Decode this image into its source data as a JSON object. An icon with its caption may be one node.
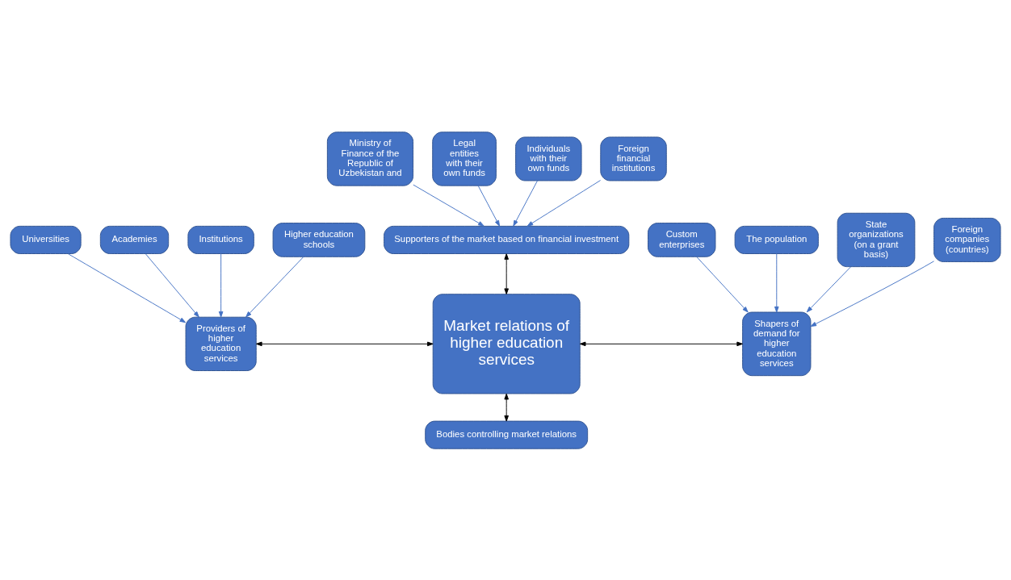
{
  "diagram": {
    "nodes": [
      {
        "text": [
          "Ministry of Finance of the Republic of Uzbekistan and"
        ]
      },
      {
        "text": [
          "Legal entities with their own funds"
        ]
      },
      {
        "text": [
          "Individuals with their own funds"
        ]
      },
      {
        "text": [
          "Foreign financial institutions"
        ]
      },
      {
        "text": [
          "Supporters of the market based on financial investment"
        ]
      },
      {
        "text": [
          "Universities"
        ]
      },
      {
        "text": [
          "Academies"
        ]
      },
      {
        "text": [
          "Institutions"
        ]
      },
      {
        "text": [
          "Higher education schools"
        ]
      },
      {
        "text": [
          "Providers of higher education services"
        ]
      },
      {
        "text": [
          "Market relations of higher education services"
        ]
      },
      {
        "text": [
          "Shapers of demand for higher education services"
        ]
      },
      {
        "text": [
          "Custom enterprises"
        ]
      },
      {
        "text": [
          "The population"
        ]
      },
      {
        "text": [
          "State organizations (on a grant basis)"
        ]
      },
      {
        "text": [
          "Foreign companies (countries)"
        ]
      },
      {
        "text": [
          "Bodies controlling market relations"
        ]
      }
    ],
    "edges": [
      {
        "from": 0,
        "to": 4,
        "arrow": "to"
      },
      {
        "from": 1,
        "to": 4,
        "arrow": "to"
      },
      {
        "from": 2,
        "to": 4,
        "arrow": "to"
      },
      {
        "from": 3,
        "to": 4,
        "arrow": "to"
      },
      {
        "from": 5,
        "to": 9,
        "arrow": "to"
      },
      {
        "from": 6,
        "to": 9,
        "arrow": "to"
      },
      {
        "from": 7,
        "to": 9,
        "arrow": "to"
      },
      {
        "from": 8,
        "to": 9,
        "arrow": "to"
      },
      {
        "from": 12,
        "to": 11,
        "arrow": "to"
      },
      {
        "from": 13,
        "to": 11,
        "arrow": "to"
      },
      {
        "from": 14,
        "to": 11,
        "arrow": "to"
      },
      {
        "from": 15,
        "to": 11,
        "arrow": "to"
      },
      {
        "from": 4,
        "to": 10,
        "arrow": "both",
        "color": "#000000"
      },
      {
        "from": 9,
        "to": 10,
        "arrow": "both",
        "color": "#000000"
      },
      {
        "from": 10,
        "to": 11,
        "arrow": "both",
        "color": "#000000"
      },
      {
        "from": 10,
        "to": 16,
        "arrow": "both",
        "color": "#000000"
      }
    ]
  }
}
